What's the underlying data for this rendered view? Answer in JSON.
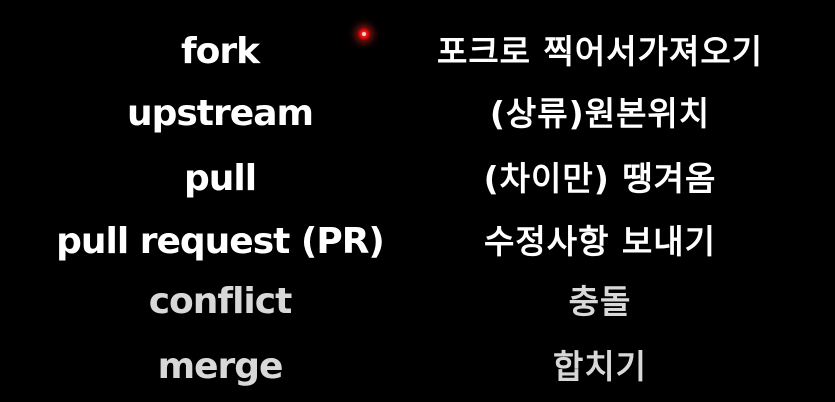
{
  "rows": [
    {
      "term": "fork",
      "meaning": "포크로 찍어서가져오기"
    },
    {
      "term": "upstream",
      "meaning": "(상류)원본위치"
    },
    {
      "term": "pull",
      "meaning": "(차이만) 땡겨옴"
    },
    {
      "term": "pull request (PR)",
      "meaning": "수정사항 보내기"
    },
    {
      "term": "conflict",
      "meaning": "충돌"
    },
    {
      "term": "merge",
      "meaning": "합치기"
    }
  ],
  "colors": {
    "background": "#000000",
    "text_primary": "#ffffff",
    "text_dimmed": "#d8d8d8",
    "pointer": "#ff2a2a"
  },
  "pointer": {
    "icon": "laser-pointer-dot-icon"
  }
}
